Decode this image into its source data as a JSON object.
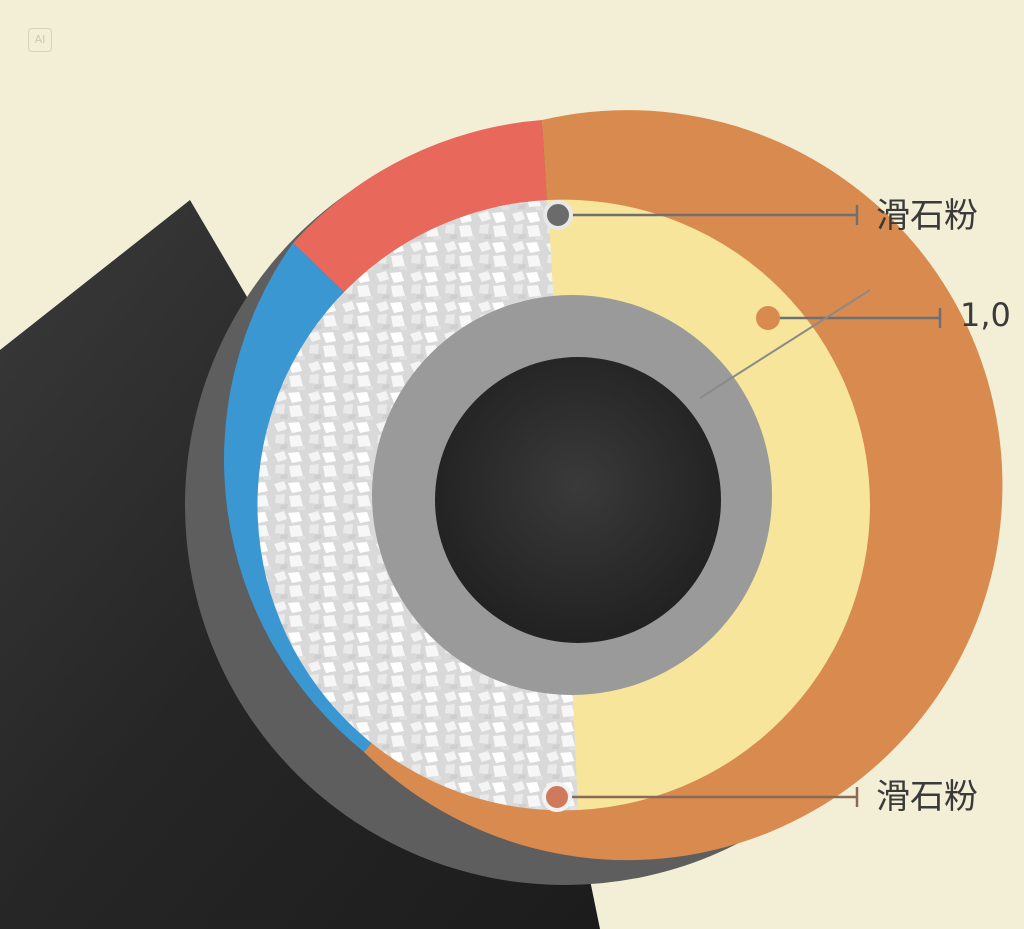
{
  "labels": {
    "talc_top": "滑石粉",
    "number": "1,0",
    "talc_bottom": "滑石粉"
  },
  "corner_mark": "AI",
  "colors": {
    "background": "#f3efd6",
    "outer_sheath": "#5e5e5e",
    "cable_body": "#2b2b2b",
    "red_segment": "#e8685c",
    "blue_segment": "#3a97d2",
    "orange_segment": "#d98a4e",
    "yellow_fill": "#f6e59a",
    "inner_tube": "#9a9a9a",
    "core": "#2a2a2a",
    "crystals": "#ececec"
  }
}
